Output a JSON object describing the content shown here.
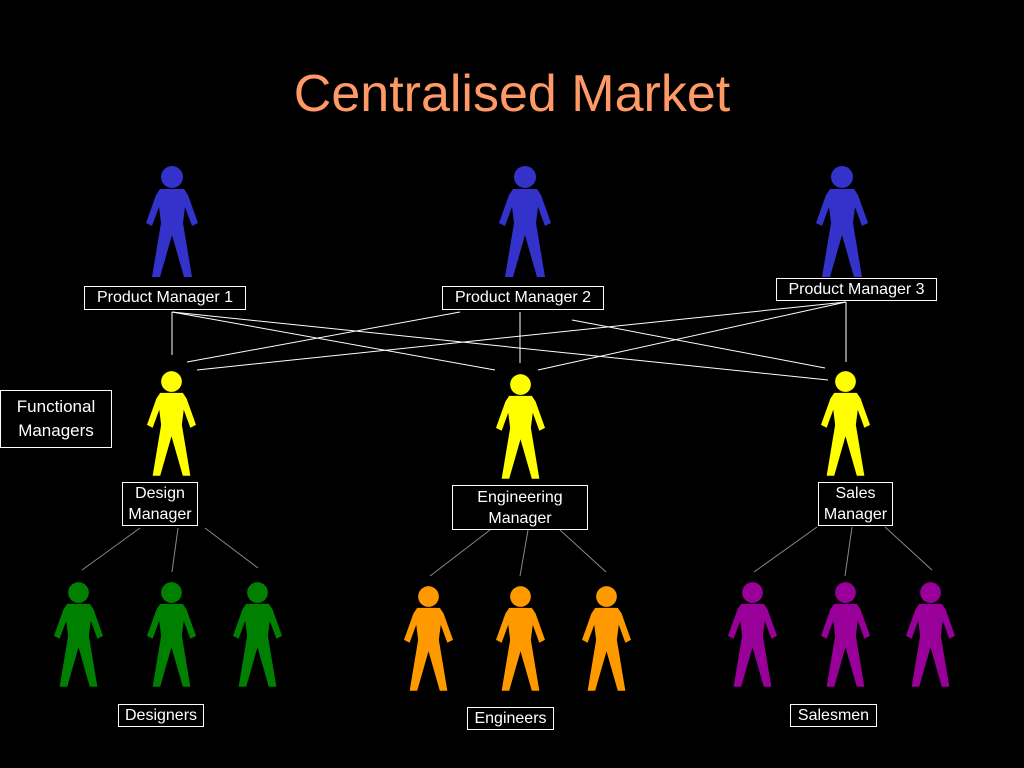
{
  "title": "Centralised Market",
  "colors": {
    "background": "#000000",
    "title": "#FF9966",
    "product_manager": "#3333CC",
    "functional_manager": "#FFFF00",
    "designer": "#008000",
    "engineer": "#FF9900",
    "salesman": "#990099",
    "line": "#FFFFFF"
  },
  "product_managers": [
    {
      "label": "Product Manager 1"
    },
    {
      "label": "Product Manager 2"
    },
    {
      "label": "Product Manager 3"
    }
  ],
  "functional_managers_label": [
    "Functional",
    "Managers"
  ],
  "functional_managers": [
    {
      "label_line1": "Design",
      "label_line2": "Manager"
    },
    {
      "label_line1": "Engineering",
      "label_line2": "Manager"
    },
    {
      "label_line1": "Sales",
      "label_line2": "Manager"
    }
  ],
  "teams": [
    {
      "label": "Designers"
    },
    {
      "label": "Engineers"
    },
    {
      "label": "Salesmen"
    }
  ],
  "icon": "person-icon"
}
